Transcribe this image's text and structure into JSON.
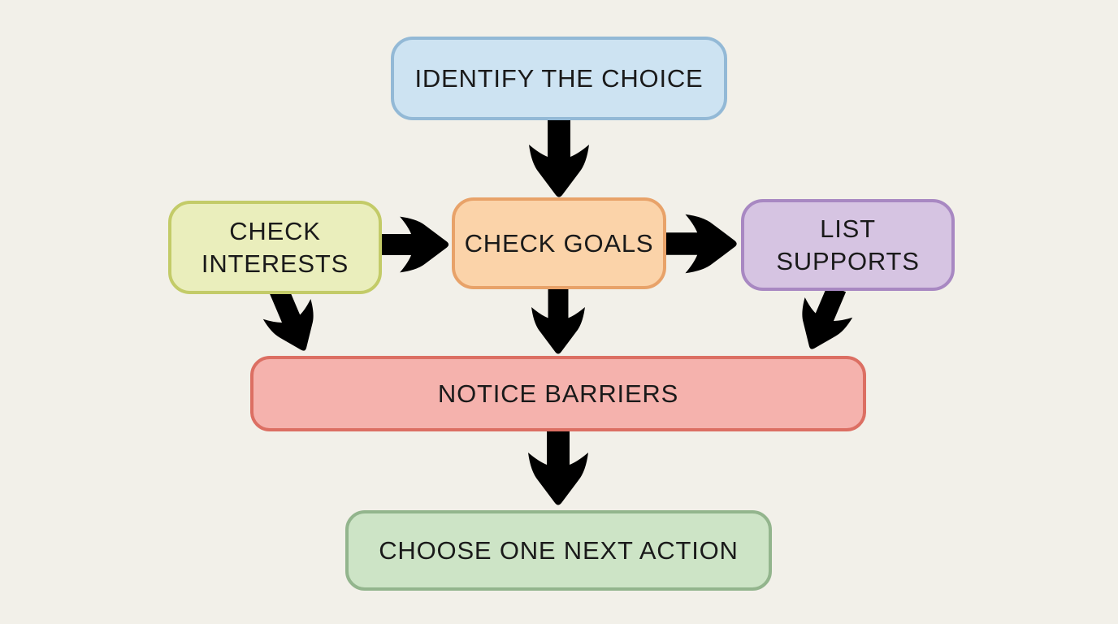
{
  "diagram": {
    "background_color": "#f2f0e9",
    "text_color": "#1a1a1a",
    "nodes": [
      {
        "id": "identify",
        "label": "IDENTIFY THE CHOICE",
        "fill": "#cde3f2",
        "border": "#93b9d6"
      },
      {
        "id": "interests",
        "label": "CHECK INTERESTS",
        "fill": "#eaeebc",
        "border": "#c3cb68"
      },
      {
        "id": "goals",
        "label": "CHECK GOALS",
        "fill": "#fbd3a9",
        "border": "#e8a269"
      },
      {
        "id": "supports",
        "label": "LIST SUPPORTS",
        "fill": "#d6c4e2",
        "border": "#a888c2"
      },
      {
        "id": "barriers",
        "label": "NOTICE BARRIERS",
        "fill": "#f5b2ad",
        "border": "#dc6f63"
      },
      {
        "id": "action",
        "label": "CHOOSE ONE NEXT ACTION",
        "fill": "#cde4c6",
        "border": "#93b58d"
      }
    ],
    "edges": [
      {
        "from": "identify",
        "to": "goals",
        "direction": "down",
        "fill": "#d6e8f5",
        "stroke": "#7aa8cd"
      },
      {
        "from": "interests",
        "to": "goals",
        "direction": "right",
        "fill": "#e9edbb",
        "stroke": "#c6cd6e"
      },
      {
        "from": "goals",
        "to": "supports",
        "direction": "right",
        "fill": "#f9cda0",
        "stroke": "#e8a164"
      },
      {
        "from": "interests",
        "to": "barriers",
        "direction": "down-right",
        "fill": "#e9edbb",
        "stroke": "#c6cd6e"
      },
      {
        "from": "goals",
        "to": "barriers",
        "direction": "down",
        "fill": "#f9cda0",
        "stroke": "#e8a164"
      },
      {
        "from": "supports",
        "to": "barriers",
        "direction": "down-left",
        "fill": "#d2bfdf",
        "stroke": "#a283bd"
      },
      {
        "from": "barriers",
        "to": "action",
        "direction": "down",
        "fill": "#c3d2df",
        "stroke": "#8fa9c0"
      }
    ]
  }
}
